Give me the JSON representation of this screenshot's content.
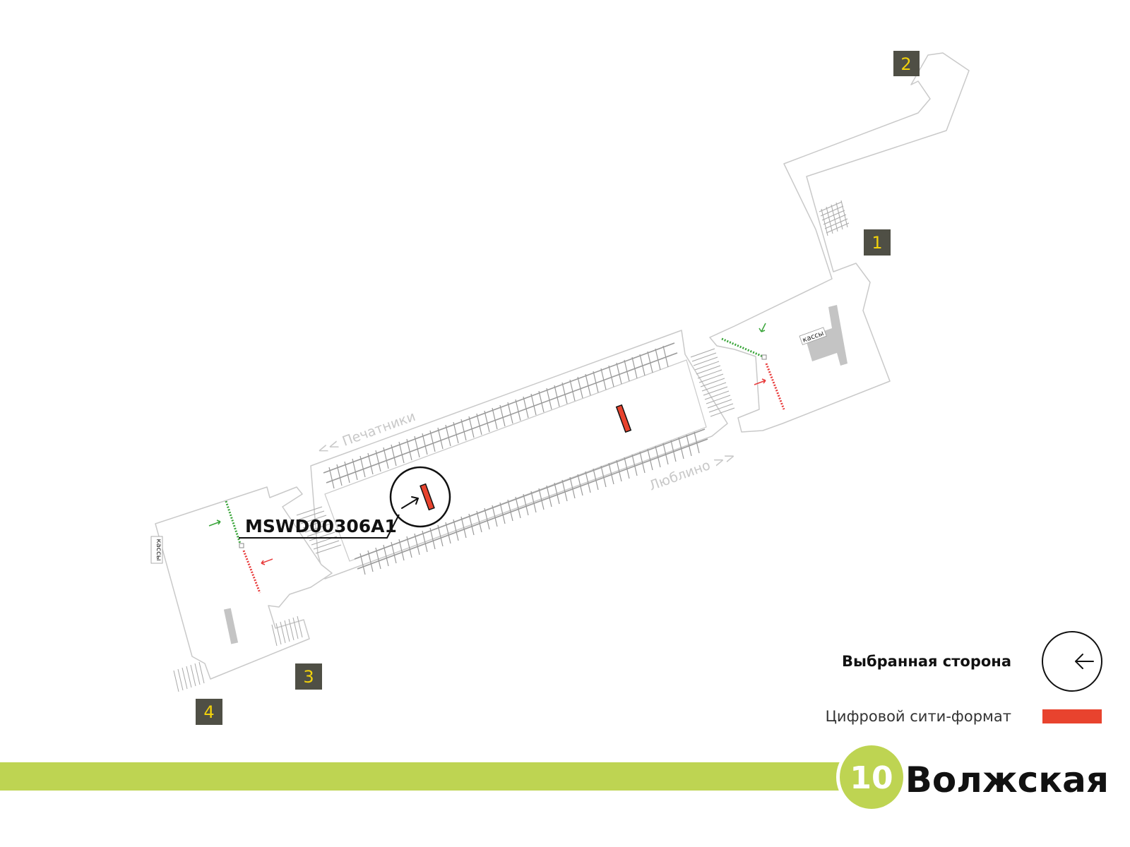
{
  "station": {
    "name": "Волжская",
    "line_number": "10",
    "line_color": "#bed452"
  },
  "directions": {
    "left": "<< Печатники",
    "right": "Люблино >>"
  },
  "exits": [
    "1",
    "2",
    "3",
    "4"
  ],
  "ticket_office_label": "кассы",
  "selected_panel": {
    "code": "MSWD00306A1"
  },
  "legend": {
    "selected_side": "Выбранная сторона",
    "digital_cityformat": "Цифровой сити-формат"
  },
  "colors": {
    "panel": "#e8432e",
    "exit_box": "#4f4f45",
    "exit_text": "#f2d20b",
    "outline": "#c9c9c9",
    "track": "#9a9a9a",
    "enter_arrow": "#3aa53a",
    "exit_arrow": "#e83b3b"
  }
}
